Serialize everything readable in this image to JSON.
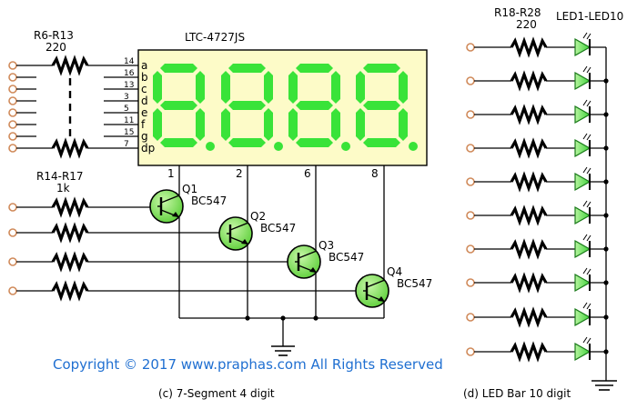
{
  "labels": {
    "r_top": "R6-R13",
    "r_top_val": "220",
    "display_name": "LTC-4727JS",
    "r_mid": "R14-R17",
    "r_mid_val": "1k",
    "r_right": "R18-R28",
    "r_right_val": "220",
    "led_name": "LED1-LED10"
  },
  "segment_pins": [
    {
      "num": "14",
      "name": "a"
    },
    {
      "num": "16",
      "name": "b"
    },
    {
      "num": "13",
      "name": "c"
    },
    {
      "num": "3",
      "name": "d"
    },
    {
      "num": "5",
      "name": "e"
    },
    {
      "num": "11",
      "name": "f"
    },
    {
      "num": "15",
      "name": "g"
    },
    {
      "num": "7",
      "name": "dp"
    }
  ],
  "digit_pins": [
    "1",
    "2",
    "6",
    "8"
  ],
  "transistors": [
    {
      "name": "Q1",
      "type": "BC547"
    },
    {
      "name": "Q2",
      "type": "BC547"
    },
    {
      "name": "Q3",
      "type": "BC547"
    },
    {
      "name": "Q4",
      "type": "BC547"
    }
  ],
  "copyright": "Copyright © 2017 www.praphas.com  All Rights Reserved",
  "captions": {
    "left": "(c) 7-Segment 4 digit",
    "right": "(d) LED Bar 10 digit"
  },
  "colors": {
    "segment_on": "#39e339",
    "display_body": "#fdfbc8",
    "transistor": "#7ee05a",
    "terminal": "#d08a5a",
    "copyright": "#1f6fd1"
  }
}
